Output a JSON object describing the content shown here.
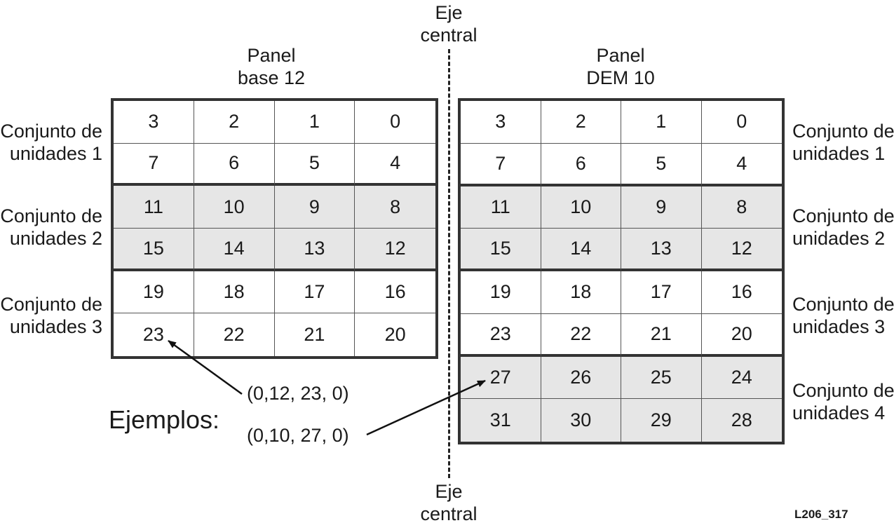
{
  "axis": {
    "top_line1": "Eje",
    "top_line2": "central",
    "bottom_line1": "Eje",
    "bottom_line2": "central"
  },
  "left_panel": {
    "title_line1": "Panel",
    "title_line2": "base 12",
    "rows": [
      [
        "3",
        "2",
        "1",
        "0"
      ],
      [
        "7",
        "6",
        "5",
        "4"
      ],
      [
        "11",
        "10",
        "9",
        "8"
      ],
      [
        "15",
        "14",
        "13",
        "12"
      ],
      [
        "19",
        "18",
        "17",
        "16"
      ],
      [
        "23",
        "22",
        "21",
        "20"
      ]
    ],
    "shaded_rows": [
      2,
      3
    ]
  },
  "right_panel": {
    "title_line1": "Panel",
    "title_line2": "DEM 10",
    "rows": [
      [
        "3",
        "2",
        "1",
        "0"
      ],
      [
        "7",
        "6",
        "5",
        "4"
      ],
      [
        "11",
        "10",
        "9",
        "8"
      ],
      [
        "15",
        "14",
        "13",
        "12"
      ],
      [
        "19",
        "18",
        "17",
        "16"
      ],
      [
        "23",
        "22",
        "21",
        "20"
      ],
      [
        "27",
        "26",
        "25",
        "24"
      ],
      [
        "31",
        "30",
        "29",
        "28"
      ]
    ],
    "shaded_rows": [
      2,
      3,
      6,
      7
    ]
  },
  "sets_left": [
    {
      "line1": "Conjunto de",
      "line2": "unidades 1"
    },
    {
      "line1": "Conjunto de",
      "line2": "unidades 2"
    },
    {
      "line1": "Conjunto de",
      "line2": "unidades 3"
    }
  ],
  "sets_right": [
    {
      "line1": "Conjunto de",
      "line2": "unidades 1"
    },
    {
      "line1": "Conjunto de",
      "line2": "unidades 2"
    },
    {
      "line1": "Conjunto de",
      "line2": "unidades 3"
    },
    {
      "line1": "Conjunto de",
      "line2": "unidades 4"
    }
  ],
  "examples": {
    "label": "Ejemplos:",
    "example1": "(0,12, 23, 0)",
    "example2": "(0,10, 27, 0)"
  },
  "figure_id": "L206_317"
}
